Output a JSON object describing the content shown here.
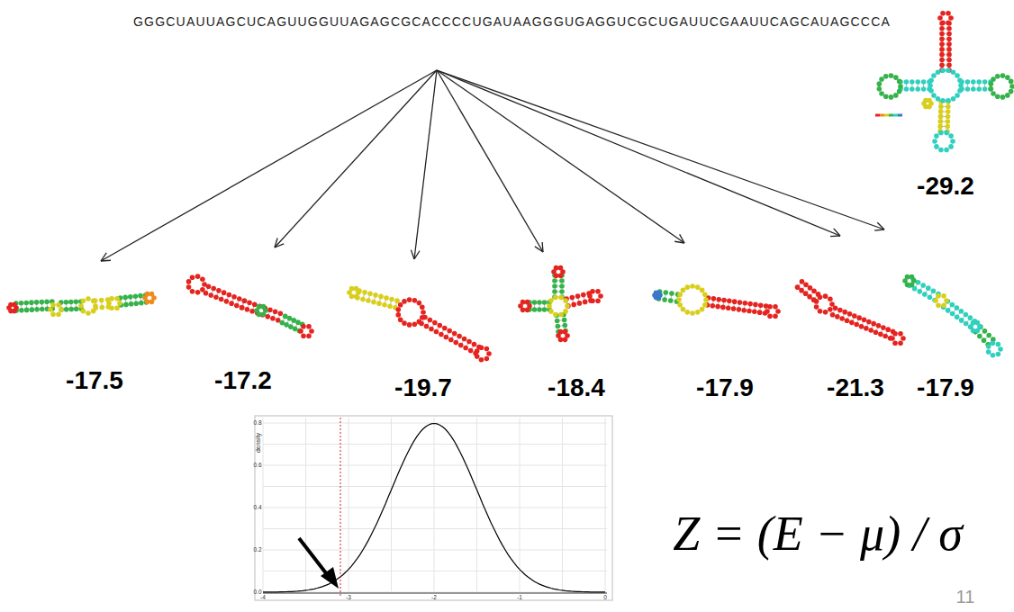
{
  "diagram": {
    "nodes": [
      {
        "text": [
          "GGGCUAUUAGCUCAGUUGGUUAGAGCGCACCCCUGAUAAGGGUGAGGUCGCUGAUUCGAAUUCAGCAUAGCCCA"
        ]
      },
      {
        "text": [
          "-17.5"
        ]
      },
      {
        "text": [
          "-17.2"
        ]
      },
      {
        "text": [
          "-19.7"
        ]
      },
      {
        "text": [
          "-18.4"
        ]
      },
      {
        "text": [
          "-17.9"
        ]
      },
      {
        "text": [
          "-21.3"
        ]
      },
      {
        "text": [
          "-17.9"
        ]
      },
      {
        "text": [
          "-29.2"
        ]
      }
    ],
    "edges": [
      {
        "from": 0,
        "to": 1,
        "arrow": "to"
      },
      {
        "from": 0,
        "to": 2,
        "arrow": "to"
      },
      {
        "from": 0,
        "to": 3,
        "arrow": "to"
      },
      {
        "from": 0,
        "to": 4,
        "arrow": "to"
      },
      {
        "from": 0,
        "to": 5,
        "arrow": "to"
      },
      {
        "from": 0,
        "to": 6,
        "arrow": "to"
      },
      {
        "from": 0,
        "to": 7,
        "arrow": "to"
      }
    ],
    "labels": [
      "density",
      "0.0",
      "0.2",
      "0.4",
      "0.6",
      "0.8",
      "-4",
      "-3",
      "-2",
      "-1",
      "0",
      "Z = (E − μ) / σ",
      "11"
    ]
  }
}
